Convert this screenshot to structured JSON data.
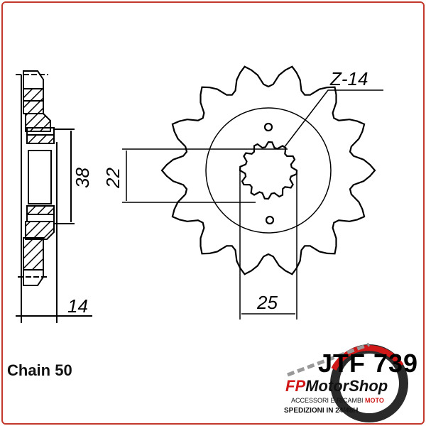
{
  "drawing": {
    "teeth_label": "Z-14",
    "dim_outer_hub": "38",
    "dim_width": "14",
    "dim_bore": "22",
    "dim_spline": "25"
  },
  "chain_label": "Chain 50",
  "logo": {
    "part_number": "JTF 739",
    "brand_fp": "FP",
    "brand_rest": "MotorShop",
    "tagline": "ACCESSORI E RICAMBI",
    "tagline_accent": "MOTO",
    "shipping": "SPEDIZIONI IN 24/48H",
    "accent_color": "#d01818"
  },
  "teeth_count": 14
}
